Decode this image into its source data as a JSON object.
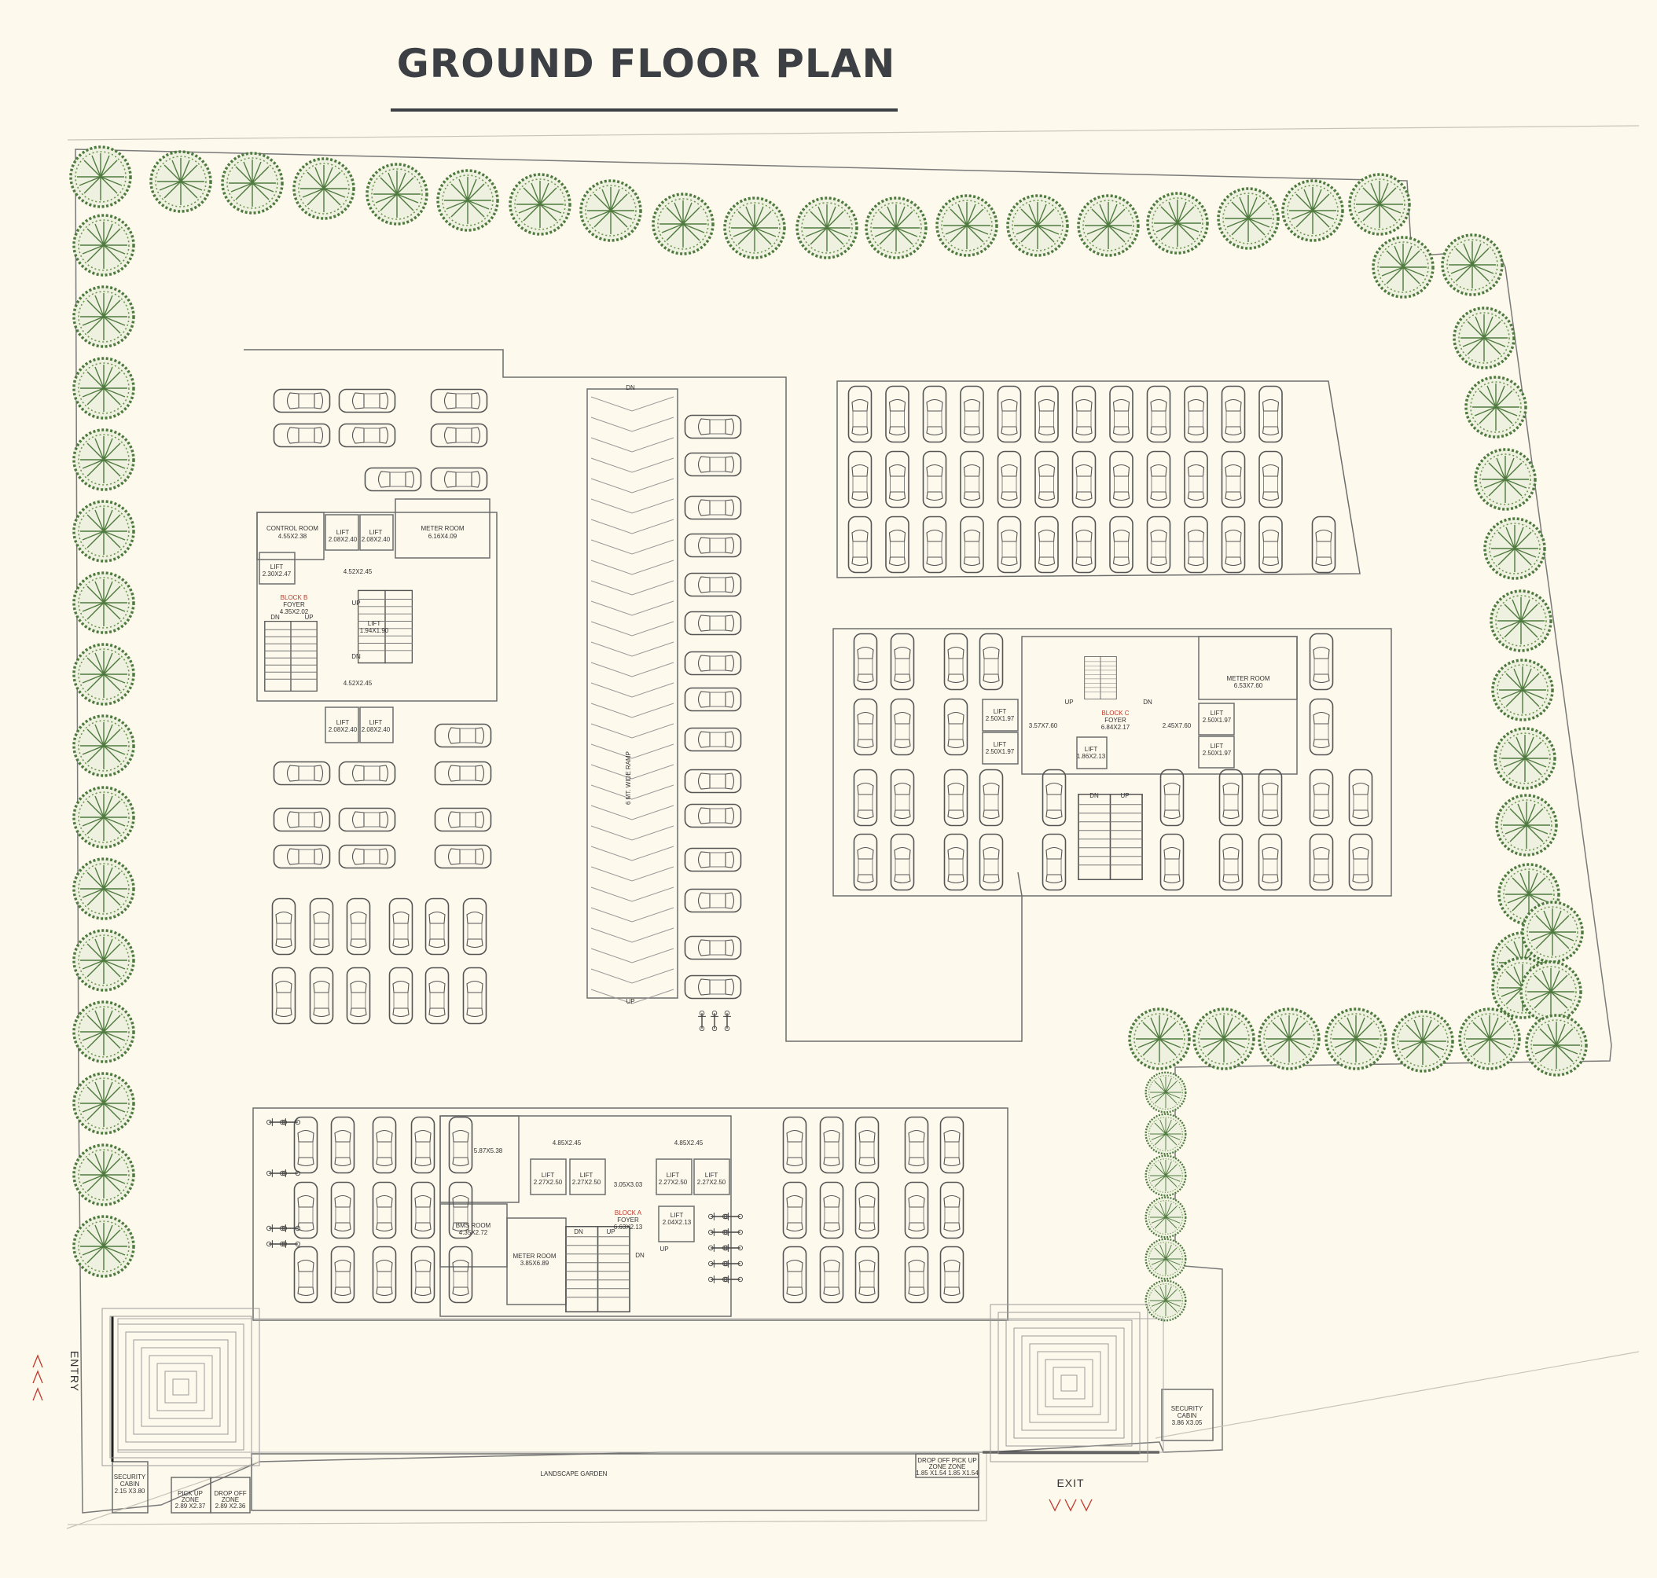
{
  "title": "GROUND FLOOR PLAN",
  "colors": {
    "background": "#fdf9ec",
    "line": "#6d6d6d",
    "tree": "#4f7a3f",
    "accent_red": "#c0392b",
    "title": "#3c3f44"
  },
  "block_b": {
    "name": "BLOCK B",
    "control_room": [
      "CONTROL ROOM",
      "4.55X2.38"
    ],
    "lift_top_1": [
      "LIFT",
      "2.08X2.40"
    ],
    "lift_top_2": [
      "LIFT",
      "2.08X2.40"
    ],
    "meter_room": [
      "METER ROOM",
      "6.16X4.09"
    ],
    "passage_top": "4.52X2.45",
    "lift_side": [
      "LIFT",
      "2.30X2.47"
    ],
    "foyer": [
      "FOYER",
      "4.35X2.02"
    ],
    "lift_mid": [
      "LIFT",
      "1.94X1.90"
    ],
    "passage_bottom": "4.52X2.45",
    "lift_bottom_1": [
      "LIFT",
      "2.08X2.40"
    ],
    "lift_bottom_2": [
      "LIFT",
      "2.08X2.40"
    ],
    "up": "UP",
    "dn": "DN"
  },
  "ramp": {
    "label": "6 MT. WIDE RAMP",
    "top": "DN",
    "bottom": "UP"
  },
  "block_c": {
    "name": "BLOCK C",
    "meter_room": [
      "METER ROOM",
      "6.53X7.60"
    ],
    "lift_l1": [
      "LIFT",
      "2.50X1.97"
    ],
    "lift_l2": [
      "LIFT",
      "2.50X1.97"
    ],
    "lift_r1": [
      "LIFT",
      "2.50X1.97"
    ],
    "lift_r2": [
      "LIFT",
      "2.50X1.97"
    ],
    "passage_left": "3.57X7.60",
    "passage_right": "2.45X7.60",
    "foyer": [
      "FOYER",
      "6.84X2.17"
    ],
    "lift_center": [
      "LIFT",
      "1.86X2.13"
    ],
    "up": "UP",
    "dn": "DN"
  },
  "block_a": {
    "name": "BLOCK A",
    "room_left": "5.87X5.38",
    "passage_1": "4.85X2.45",
    "passage_2": "4.85X2.45",
    "lift_1": [
      "LIFT",
      "2.27X2.50"
    ],
    "lift_2": [
      "LIFT",
      "2.27X2.50"
    ],
    "lobby": "3.05X3.03",
    "lift_3": [
      "LIFT",
      "2.27X2.50"
    ],
    "lift_4": [
      "LIFT",
      "2.27X2.50"
    ],
    "bms_room": [
      "BMS ROOM",
      "4.35X2.72"
    ],
    "meter_room": [
      "METER ROOM",
      "3.85X6.89"
    ],
    "foyer": [
      "FOYER",
      "6.63X2.13"
    ],
    "lift_5": [
      "LIFT",
      "2.04X2.13"
    ],
    "up": "UP",
    "dn": "DN"
  },
  "site": {
    "entry": "ENTRY",
    "exit": "EXIT",
    "landscape_garden": "LANDSCAPE GARDEN",
    "security_cabin_left": [
      "SECURITY",
      "CABIN",
      "2.15 X3.80"
    ],
    "security_cabin_right": [
      "SECURITY",
      "CABIN",
      "3.86 X3.05"
    ],
    "pick_up_left": [
      "PICK UP",
      "ZONE",
      "2.89 X2.37"
    ],
    "drop_off_left": [
      "DROP OFF",
      "ZONE",
      "2.89 X2.36"
    ],
    "drop_pick_right": [
      "DROP OFF PICK UP",
      "ZONE   ZONE",
      "1.85 X1.54 1.85 X1.54"
    ]
  }
}
